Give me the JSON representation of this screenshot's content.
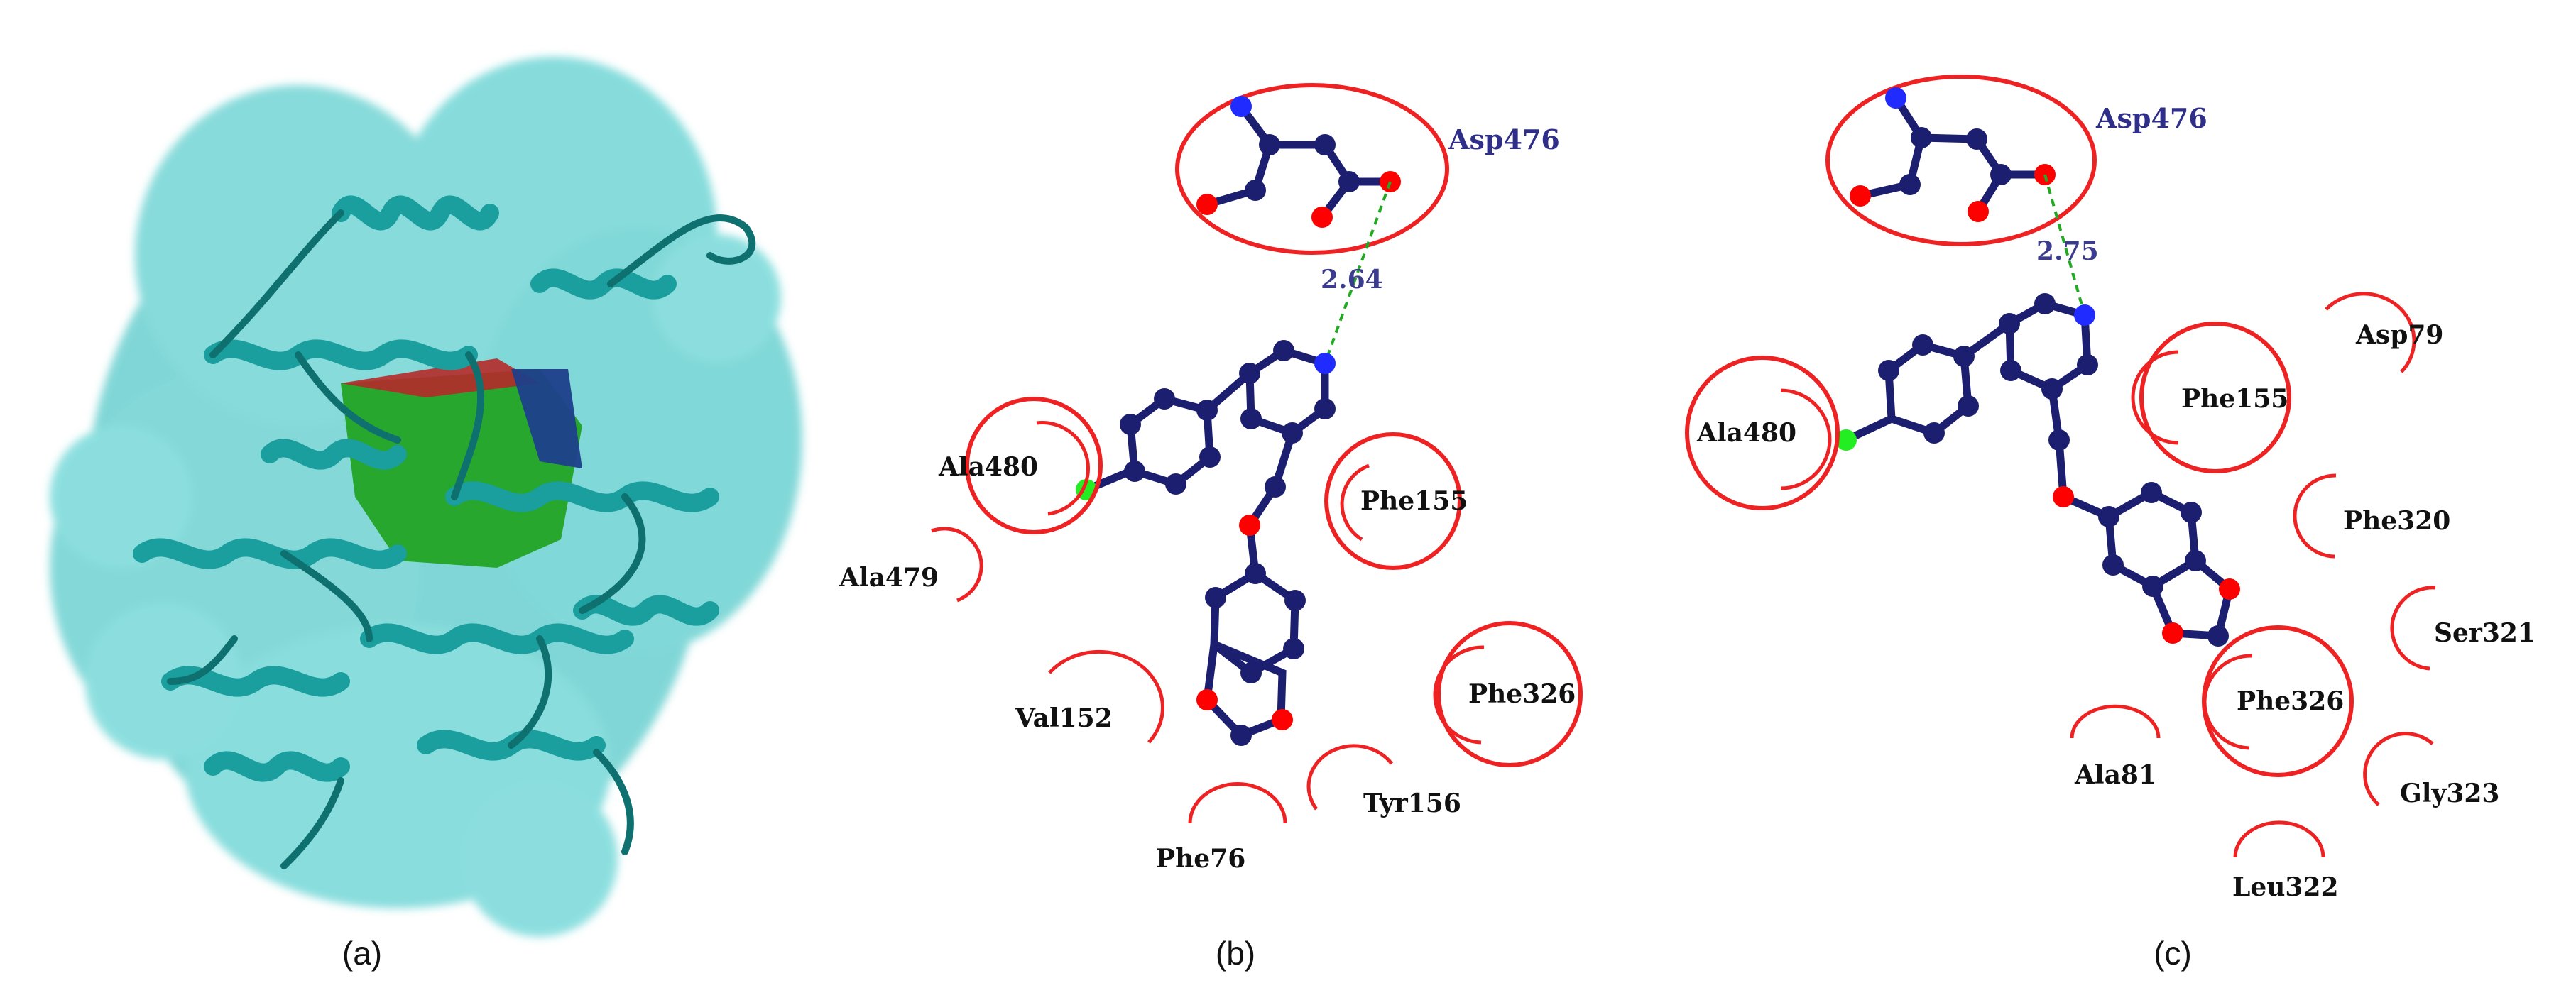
{
  "colors": {
    "surface": "#57c9c9",
    "ribbon": "#1a9e9e",
    "ribbon_dark": "#0f7070",
    "pocket_green": "#1fa31f",
    "pocket_blue": "#1e3f8a",
    "pocket_red": "#b52a2a",
    "bond": "#1c1f70",
    "atom_carbon": "#1c1f70",
    "atom_oxygen": "#ff0000",
    "atom_nitrogen": "#1f2bff",
    "atom_chlorine": "#22ee22",
    "hydrophobic": "#ee2222",
    "hbond": "#22aa22"
  },
  "panels": [
    {
      "id": "a",
      "caption": "(a)",
      "kind": "protein-surface-render"
    },
    {
      "id": "b",
      "caption": "(b)",
      "hbond": {
        "residue": "Asp476",
        "distance": "2.64"
      },
      "residues": {
        "ala480": "Ala480",
        "ala479": "Ala479",
        "phe155": "Phe155",
        "phe326": "Phe326",
        "val152": "Val152",
        "tyr156": "Tyr156",
        "phe76": "Phe76"
      }
    },
    {
      "id": "c",
      "caption": "(c)",
      "hbond": {
        "residue": "Asp476",
        "distance": "2.75"
      },
      "residues": {
        "ala480": "Ala480",
        "phe155": "Phe155",
        "asp79": "Asp79",
        "phe320": "Phe320",
        "ser321": "Ser321",
        "phe326": "Phe326",
        "ala81": "Ala81",
        "gly323": "Gly323",
        "leu322": "Leu322"
      }
    }
  ]
}
